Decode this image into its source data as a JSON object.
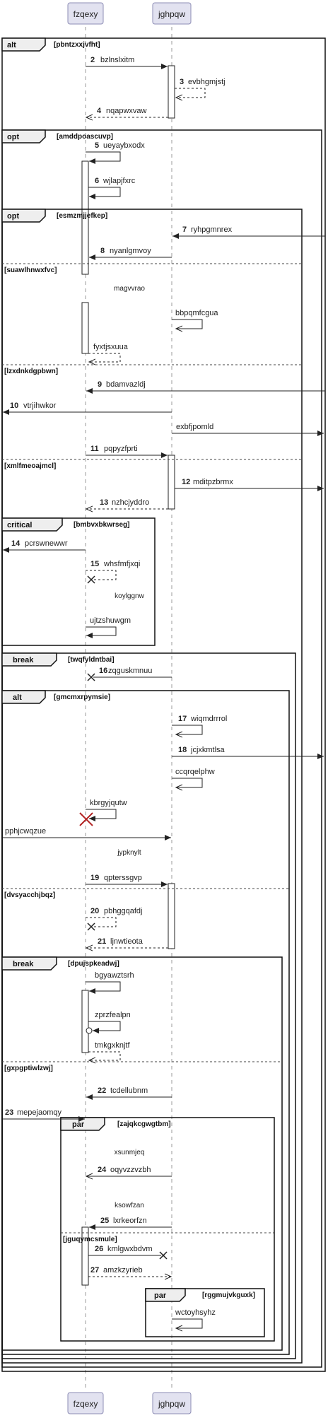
{
  "participants": [
    "fzqexy",
    "jghpqw"
  ],
  "fragments": [
    {
      "op": "alt",
      "cond": "[pbntzxxjvfht]"
    },
    {
      "op": "opt",
      "cond": "[amddpoascuvp]"
    },
    {
      "op": "opt",
      "cond": "[esmzmjjefkep]"
    },
    {
      "op": "",
      "cond": "[suawlhnwxfvc]"
    },
    {
      "op": "",
      "cond": "[lzxdnkdgpbwn]"
    },
    {
      "op": "",
      "cond": "[xmlfmeoajmcl]"
    },
    {
      "op": "critical",
      "cond": "[bmbvxbkwrseg]"
    },
    {
      "op": "break",
      "cond": "[twqfyldntbai]"
    },
    {
      "op": "alt",
      "cond": "[gmcmxrpymsie]"
    },
    {
      "op": "",
      "cond": "[dvsyacchjbqz]"
    },
    {
      "op": "break",
      "cond": "[dpujspkeadwj]"
    },
    {
      "op": "",
      "cond": "[gxpgptiwlzwj]"
    },
    {
      "op": "par",
      "cond": "[zajqkcgwgtbm]"
    },
    {
      "op": "",
      "cond": "[jguqymcsmule]"
    },
    {
      "op": "par",
      "cond": "[rggmujvkguxk]"
    }
  ],
  "messages": [
    {
      "n": "2",
      "text": "bzlnslxitm"
    },
    {
      "n": "3",
      "text": "evbhgmjstj"
    },
    {
      "n": "4",
      "text": "nqapwxvaw"
    },
    {
      "n": "5",
      "text": "ueyaybxodx"
    },
    {
      "n": "6",
      "text": "wjlapjfxrc"
    },
    {
      "n": "7",
      "text": "ryhpgmnrex"
    },
    {
      "n": "8",
      "text": "nyanlgmvoy"
    },
    {
      "n": "",
      "text": "bbpqmfcgua"
    },
    {
      "n": "",
      "text": "fyxtjsxuua"
    },
    {
      "n": "9",
      "text": "bdamvazldj"
    },
    {
      "n": "10",
      "text": "vtrjihwkor"
    },
    {
      "n": "",
      "text": "exbfjpomld"
    },
    {
      "n": "11",
      "text": "pqpyzfprti"
    },
    {
      "n": "12",
      "text": "mditpzbrmx"
    },
    {
      "n": "13",
      "text": "nzhcjyddro"
    },
    {
      "n": "14",
      "text": "pcrswnewwr"
    },
    {
      "n": "15",
      "text": "whsfmfjxqi"
    },
    {
      "n": "",
      "text": "ujtzshuwgm"
    },
    {
      "n": "16",
      "text": "zqguskmnuu"
    },
    {
      "n": "17",
      "text": "wiqmdrrrol"
    },
    {
      "n": "18",
      "text": "jcjxkmtlsa"
    },
    {
      "n": "",
      "text": "ccqrqelphw"
    },
    {
      "n": "",
      "text": "kbrgyjqutw"
    },
    {
      "n": "",
      "text": "pphjcwqzue"
    },
    {
      "n": "19",
      "text": "qpterssgvp"
    },
    {
      "n": "20",
      "text": "pbhggqafdj"
    },
    {
      "n": "21",
      "text": "ljnwtieota"
    },
    {
      "n": "",
      "text": "bgyawztsrh"
    },
    {
      "n": "",
      "text": "zprzfealpn"
    },
    {
      "n": "",
      "text": "tmkgxknjtf"
    },
    {
      "n": "22",
      "text": "tcdellubnm"
    },
    {
      "n": "23",
      "text": "mepejaomqy"
    },
    {
      "n": "24",
      "text": "oqyvzzvzbh"
    },
    {
      "n": "25",
      "text": "lxrkeorfzn"
    },
    {
      "n": "26",
      "text": "kmlgwxbdvm"
    },
    {
      "n": "27",
      "text": "amzkzyrieb"
    },
    {
      "n": "",
      "text": "wctoyhsyhz"
    }
  ],
  "notes": [
    "magvvrao",
    "koylggnw",
    "jypknylt",
    "xsunmjeq",
    "ksowfzan"
  ]
}
